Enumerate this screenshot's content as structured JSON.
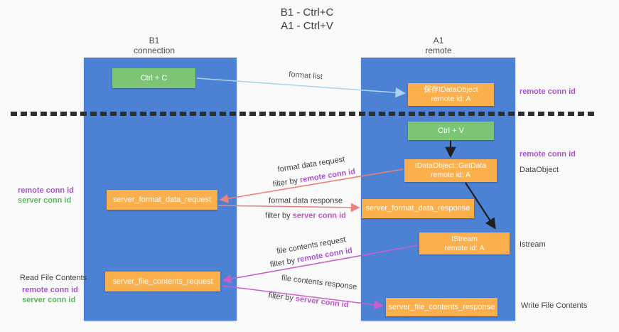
{
  "title": {
    "line1": "B1 - Ctrl+C",
    "line2": "A1 - Ctrl+V"
  },
  "columns": {
    "left": {
      "name": "B1",
      "subtitle": "connection"
    },
    "right": {
      "name": "A1",
      "subtitle": "remote"
    }
  },
  "nodes": {
    "ctrl_c": {
      "label": "Ctrl + C"
    },
    "save_dataobject": {
      "line1": "保存IDataObject",
      "line2": "remote id: A"
    },
    "ctrl_v": {
      "label": "Ctrl + V"
    },
    "getdata": {
      "line1": "IDataObject::GetData",
      "line2": "remote id: A"
    },
    "format_request": {
      "label": "server_format_data_request"
    },
    "format_response": {
      "label": "server_format_data_response"
    },
    "istream": {
      "line1": "IStream",
      "line2": "remote id: A"
    },
    "file_request": {
      "label": "server_file_contents_request"
    },
    "file_response": {
      "label": "server_file_contents_response"
    }
  },
  "arrow_labels": {
    "format_list": "format list",
    "format_data_request": "format data request",
    "format_data_response": "format data response",
    "file_contents_request": "file contents request",
    "file_contents_response": "file contents response",
    "filter_prefix": "filter by",
    "remote_conn_id": "remote conn id",
    "server_conn_id": "server conn id"
  },
  "side_labels": {
    "remote_conn_id": "remote conn id",
    "server_conn_id": "server conn id",
    "dataobject": "DataObject",
    "istream": "Istream",
    "read_file_contents": "Read File Contents",
    "write_file_contents": "Write File Contents"
  },
  "colors": {
    "column_blue": "#4d81d4",
    "box_green": "#7cc576",
    "box_orange": "#fbaf4d",
    "arrow_light_blue": "#a9d2ee",
    "arrow_salmon": "#e8827a",
    "arrow_magenta": "#cb5ecb",
    "arrow_black": "#1f1f1f",
    "text_purple": "#a855d0",
    "text_magenta": "#c44fd0",
    "text_green": "#5cb85c"
  }
}
